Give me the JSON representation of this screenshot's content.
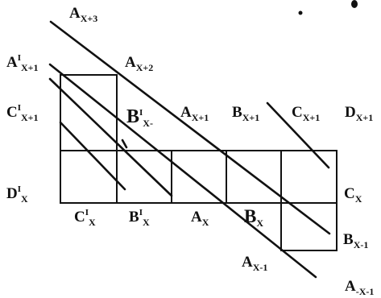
{
  "labels": {
    "a_x_plus_3": {
      "main": "A",
      "sup": "",
      "sub": "X+3"
    },
    "a1_x_plus_1": {
      "main": "A",
      "sup": "I",
      "sub": "X+1"
    },
    "a_x_plus_2": {
      "main": "A",
      "sup": "",
      "sub": "X+2"
    },
    "c1_x_plus_1": {
      "main": "C",
      "sup": "I",
      "sub": "X+1"
    },
    "b1_x_minus": {
      "main": "B",
      "sup": "I",
      "sub": "X-"
    },
    "a_x_plus_1": {
      "main": "A",
      "sup": "",
      "sub": "X+1"
    },
    "b_x_plus_1": {
      "main": "B",
      "sup": "",
      "sub": "X+1"
    },
    "c_x_plus_1": {
      "main": "C",
      "sup": "",
      "sub": "X+1"
    },
    "d_x_plus_1": {
      "main": "D",
      "sup": "",
      "sub": "X+1"
    },
    "d1_x": {
      "main": "D",
      "sup": "I",
      "sub": "X"
    },
    "c_x": {
      "main": "C",
      "sup": "",
      "sub": "X"
    },
    "c1_x": {
      "main": "C",
      "sup": "I",
      "sub": "X"
    },
    "b1_x": {
      "main": "B",
      "sup": "I",
      "sub": "X"
    },
    "a_x": {
      "main": "A",
      "sup": "",
      "sub": "X"
    },
    "b_x": {
      "main": "B",
      "sup": "",
      "sub": "X"
    },
    "b_x_minus_1": {
      "main": "B",
      "sup": "",
      "sub": "X-1"
    },
    "a_x_minus_1": {
      "main": "A",
      "sup": "",
      "sub": "X-1"
    },
    "a_minus_x_minus_1": {
      "main": "A",
      "sup": "",
      "sub": "-X-1"
    }
  }
}
